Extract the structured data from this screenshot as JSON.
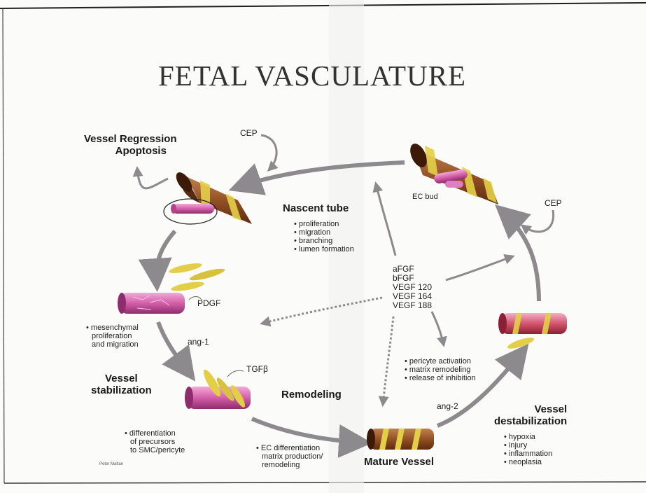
{
  "title": "FETAL VASCULATURE",
  "labels": {
    "cep_top": "CEP",
    "cep_right": "CEP",
    "regression_line1": "Vessel Regression",
    "regression_line2": "Apoptosis",
    "nascent_tube": "Nascent tube",
    "ec_bud": "EC bud",
    "pdgf": "PDGF",
    "ang1": "ang-1",
    "tgf": "TGFβ",
    "stabilization_line1": "Vessel",
    "stabilization_line2": "stabilization",
    "remodeling": "Remodeling",
    "mature_vessel": "Mature Vessel",
    "ang2": "ang-2",
    "destab_line1": "Vessel",
    "destab_line2": "destabilization",
    "credit": "Peter Maltan"
  },
  "lists": {
    "nascent": [
      "proliferation",
      "migration",
      "branching",
      "lumen formation"
    ],
    "factors": [
      "aFGF",
      "bFGF",
      "VEGF 120",
      "VEGF 164",
      "VEGF 188"
    ],
    "mesenchymal": [
      "mesenchymal",
      "proliferation",
      "and migration"
    ],
    "pericyte": [
      "pericyte activation",
      "matrix remodeling",
      "release of inhibition"
    ],
    "differentiation": [
      "differentiation",
      "of precursors",
      "to SMC/pericyte"
    ],
    "ec_diff": [
      "EC differentiation",
      "matrix production/",
      "remodeling"
    ],
    "destab": [
      "hypoxia",
      "injury",
      "inflammation",
      "neoplasia"
    ]
  },
  "colors": {
    "arrow": "#8d8a8e",
    "vessel_brown": "#9a5a2e",
    "vessel_pink": "#d970b3",
    "vessel_yellow": "#e3cf47"
  }
}
